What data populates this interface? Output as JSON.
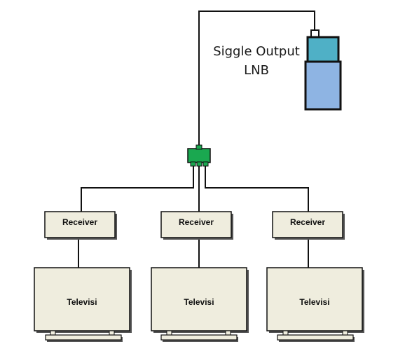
{
  "lnb": {
    "line1": "Siggle Output",
    "line2": "LNB"
  },
  "units": [
    {
      "receiver_label": "Receiver",
      "tv_label": "Televisi"
    },
    {
      "receiver_label": "Receiver",
      "tv_label": "Televisi"
    },
    {
      "receiver_label": "Receiver",
      "tv_label": "Televisi"
    }
  ],
  "colors": {
    "box_fill": "#efedde",
    "lnb_top": "#4fb0c6",
    "lnb_body": "#8eb4e3",
    "splitter": "#1aa850",
    "line": "#111111"
  }
}
